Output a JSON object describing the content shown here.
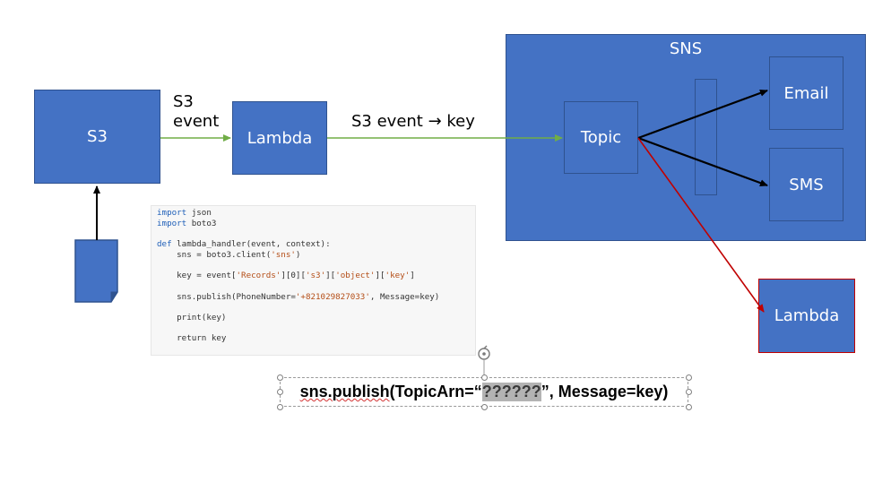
{
  "diagram": {
    "s3_box": "S3",
    "s3_event_label_line1": "S3",
    "s3_event_label_line2": "event",
    "lambda_box": "Lambda",
    "s3_event_key_label": "S3 event → key",
    "sns_title": "SNS",
    "topic_box": "Topic",
    "email_box": "Email",
    "sms_box": "SMS",
    "lambda2_box": "Lambda"
  },
  "code": {
    "lines": [
      [
        "import",
        " json"
      ],
      [
        "import",
        " boto3"
      ],
      [
        "",
        ""
      ],
      [
        "def",
        " lambda_handler(event, context):"
      ],
      [
        "",
        "    sns = boto3.client('sns')"
      ],
      [
        "",
        ""
      ],
      [
        "",
        "    key = event['Records'][0]['s3']['object']['key']"
      ],
      [
        "",
        ""
      ],
      [
        "",
        "    sns.publish(PhoneNumber='+821029827033', Message=key)"
      ],
      [
        "",
        ""
      ],
      [
        "",
        "    print(key)"
      ],
      [
        "",
        ""
      ],
      [
        "",
        "    return key"
      ]
    ]
  },
  "textbox": {
    "part1": "sns.publish",
    "part2": "(TopicArn=“",
    "part3": "??????",
    "part4": "”, Message=key)"
  },
  "colors": {
    "box_fill": "#4472c4",
    "box_border": "#2f528f",
    "green_arrow": "#70ad47",
    "red_arrow": "#c00000",
    "black_arrow": "#000000"
  }
}
